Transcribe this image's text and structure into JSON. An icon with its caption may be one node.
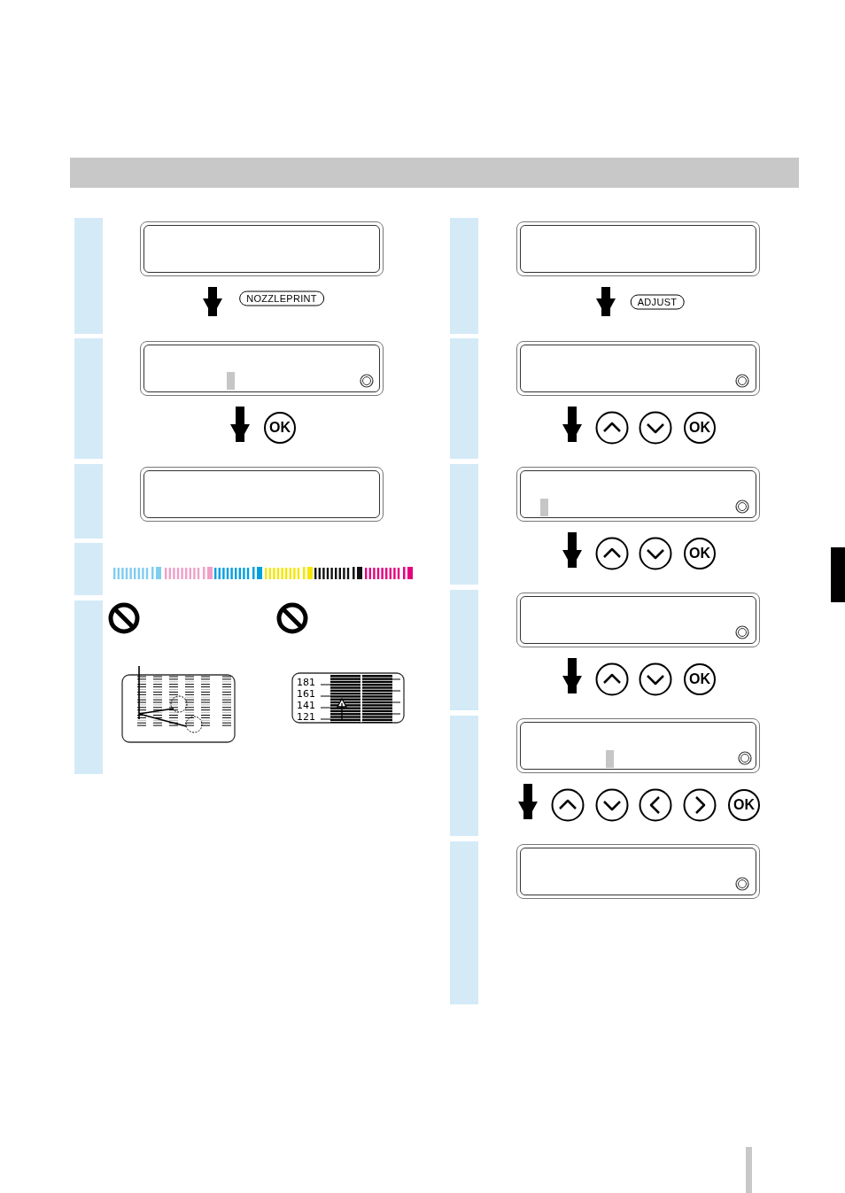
{
  "diagram": {
    "nodes": [
      {
        "text": [],
        "shape": "box"
      },
      {
        "text": [],
        "shape": "box"
      },
      {
        "text": [],
        "shape": "box"
      },
      {
        "text": [],
        "shape": "box"
      },
      {
        "text": [],
        "shape": "box"
      },
      {
        "text": [],
        "shape": "box"
      },
      {
        "text": [],
        "shape": "box"
      },
      {
        "text": [],
        "shape": "box"
      },
      {
        "text": [],
        "shape": "box"
      },
      {
        "text": [],
        "shape": "bar"
      },
      {
        "text": [],
        "shape": "bar"
      },
      {
        "text": [],
        "shape": "bar"
      },
      {
        "text": [],
        "shape": "bar"
      },
      {
        "text": [],
        "shape": "bar"
      },
      {
        "text": [],
        "shape": "bar"
      },
      {
        "text": [],
        "shape": "bar"
      },
      {
        "text": [],
        "shape": "bar"
      },
      {
        "text": [],
        "shape": "bar"
      },
      {
        "text": [],
        "shape": "bar"
      },
      {
        "text": [],
        "shape": "bar"
      }
    ],
    "edges": [
      {
        "from": 0,
        "to": 1,
        "arrow": "to"
      },
      {
        "from": 1,
        "to": 2,
        "arrow": "to"
      },
      {
        "from": 3,
        "to": 4,
        "arrow": "to"
      },
      {
        "from": 4,
        "to": 5,
        "arrow": "to"
      },
      {
        "from": 5,
        "to": 6,
        "arrow": "to"
      },
      {
        "from": 6,
        "to": 7,
        "arrow": "to"
      },
      {
        "from": 7,
        "to": 8,
        "arrow": "to"
      }
    ],
    "labels": [
      "NOZZLEPRINT",
      "ADJUST",
      "OK",
      "OK",
      "OK",
      "OK",
      "181",
      "161",
      "141",
      "121",
      "OK"
    ]
  }
}
